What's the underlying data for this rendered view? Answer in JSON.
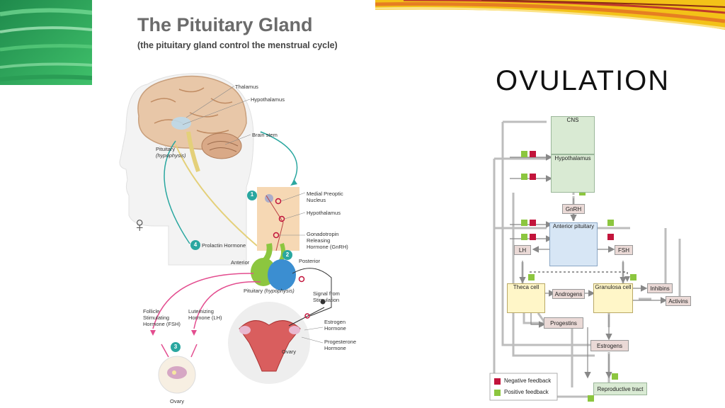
{
  "slide": {
    "title": "OVULATION"
  },
  "pituitary": {
    "title": "The Pituitary Gland",
    "subtitle": "(the pituitary gland control the menstrual cycle)",
    "labels": {
      "thalamus": "Thalamus",
      "hypothalamus": "Hypothalamus",
      "brain_stem": "Brain stem",
      "pituitary": "Pituitary",
      "hypophysis": "(hypophysis)",
      "medial_preoptic": "Medial Preoptic",
      "nucleus": "Nucleus",
      "hypothalamus2": "Hypothalamus",
      "gnrh_1": "Gonadotropin",
      "gnrh_2": "Releasing",
      "gnrh_3": "Hormone (GnRH)",
      "prolactin": "Prolactin Hormone",
      "anterior": "Anterior",
      "posterior": "Posterior",
      "pituitary_hyp": "Pituitary",
      "pituitary_hyp_i": "(hypophysis)",
      "signal_1": "Signal from",
      "signal_2": "Stimulation",
      "fsh_1": "Follicle",
      "fsh_2": "Stimulating",
      "fsh_3": "Hormone (FSH)",
      "lh_1": "Luteinizing",
      "lh_2": "Hormone (LH)",
      "estrogen_1": "Estrogen",
      "estrogen_2": "Hormone",
      "progesterone_1": "Progesterone",
      "progesterone_2": "Hormone",
      "ovary_right": "Ovary",
      "ovary_bottom": "Ovary",
      "female_symbol": "♀"
    },
    "step_numbers": [
      "1",
      "2",
      "3",
      "4"
    ]
  },
  "ovulation_diagram": {
    "boxes": {
      "cns": "CNS",
      "hypothalamus": "Hypothalamus",
      "gnrh": "GnRH",
      "anterior_pituitary": "Anterior pituitary",
      "lh": "LH",
      "fsh": "FSH",
      "theca_cell": "Theca cell",
      "androgens": "Androgens",
      "granulosa_cell": "Granulosa cell",
      "inhibins": "Inhibins",
      "activins": "Activins",
      "progestins": "Progestins",
      "estrogens": "Estrogens",
      "reproductive_tract": "Reproductive tract"
    },
    "legend": {
      "negative": "Negative feedback",
      "positive": "Positive feedback"
    },
    "colors": {
      "negative": "#c2143b",
      "positive": "#8cc63f",
      "cns_box": "#d9ead3",
      "pituitary_box": "#d7e6f5",
      "cell_box": "#fff6c8",
      "hormone_box": "#ead9d6"
    }
  }
}
